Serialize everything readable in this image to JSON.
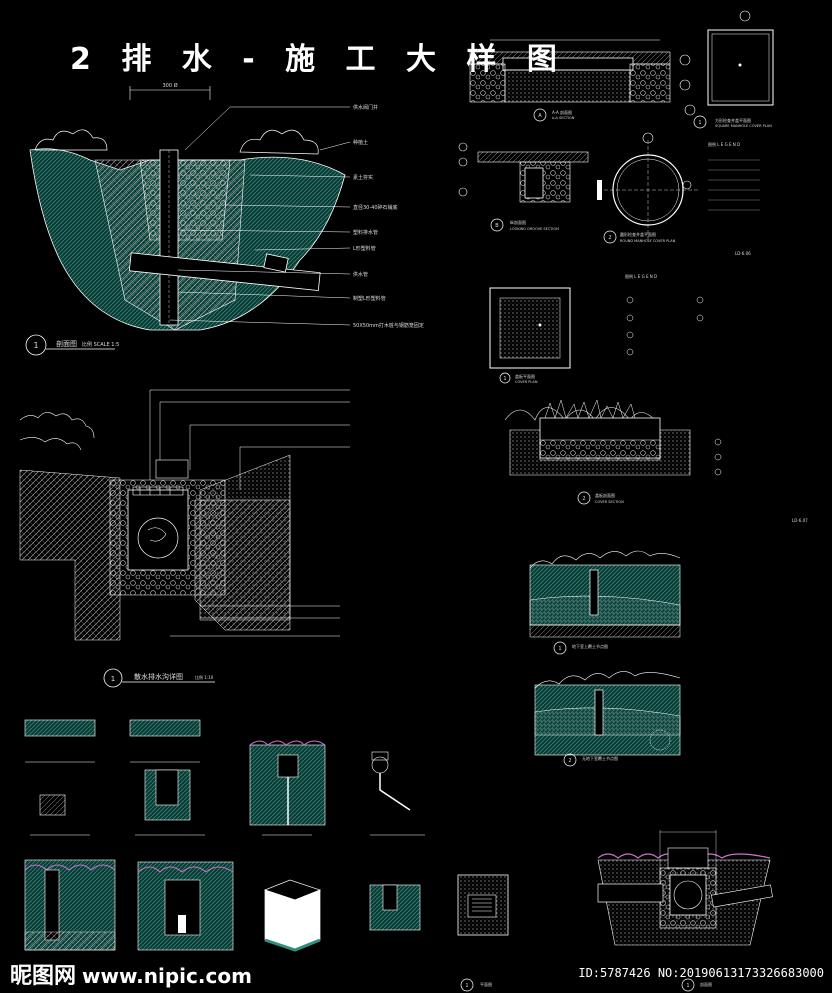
{
  "sheet": {
    "title": "2 排 水 - 施 工 大 样 图"
  },
  "details": {
    "d1": {
      "num": "1",
      "name": "剖面图",
      "scale": "比例 SCALE 1:5",
      "dim": "300 Ø"
    },
    "d2": {
      "num": "1",
      "name": "散水排水沟详图",
      "scale": "比例 1:10"
    },
    "aa": {
      "num": "A",
      "name": "A-A 剖面图",
      "sub": "A-A SECTION"
    },
    "looking": {
      "num": "B",
      "name": "纵剖面图",
      "sub": "LOOKING GROOVE SECTION"
    },
    "round": {
      "num": "2",
      "name": "圆形检查井盖平面图",
      "sub": "ROUND MANHOLE COVER PLAN"
    },
    "square": {
      "num": "1",
      "name": "方形检查井盖平面图",
      "sub": "SQUARE MANHOLE COVER PLAN"
    },
    "legend1": {
      "title": "图例 L E G E N D"
    },
    "legend2": {
      "title": "图例 L E G E N D"
    },
    "cover": {
      "num": "1",
      "name": "盖板平面图",
      "sub": "COVER PLAN"
    },
    "coversec": {
      "num": "2",
      "name": "盖板剖面图",
      "sub": "COVER SECTION"
    },
    "ld1": {
      "name": "LD-6.06"
    },
    "ld2": {
      "name": "LD-6.07"
    },
    "under1": {
      "num": "1",
      "name": "地下室上覆土节点图"
    },
    "under2": {
      "num": "2",
      "name": "无地下室覆土节点图"
    },
    "plan": {
      "num": "1",
      "name": "平面图"
    },
    "section": {
      "num": "1",
      "name": "剖面图"
    }
  },
  "labels": [
    "供水阀门井",
    "种植土",
    "素土夯实",
    "直径30-40碎石铺底",
    "塑料排水管",
    "L形塑料管",
    "供水管",
    "制塑L形塑料管",
    "50X50mm打木桩与钢筋笼固定"
  ],
  "watermark": {
    "brand": "昵图网",
    "url": "www.nipic.com",
    "id": "ID:5787426 NO:20190613173326683000"
  },
  "colors": {
    "line": "#ffffff",
    "hatch": "#2f8f7f",
    "accent": "#d070d0",
    "bg": "#000000"
  }
}
